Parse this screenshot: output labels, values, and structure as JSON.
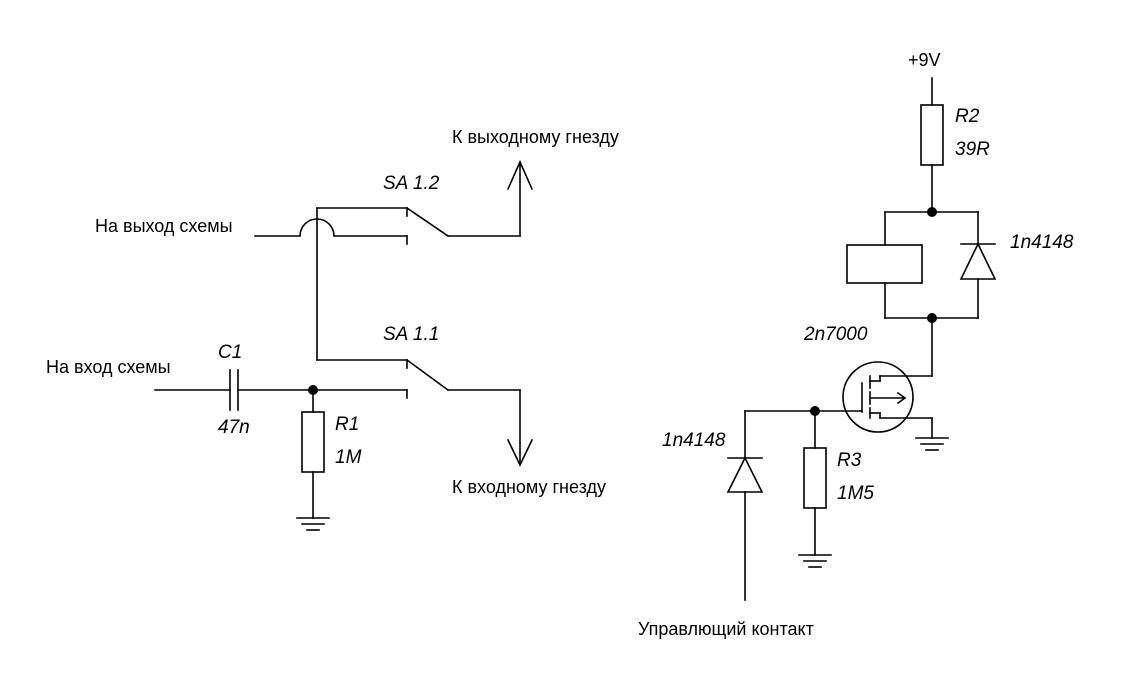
{
  "labels": {
    "out_jack": "К выходному гнезду",
    "in_jack": "К входному гнезду",
    "circuit_out": "На выход схемы",
    "circuit_in": "На вход схемы",
    "control": "Управлющий контакт",
    "supply": "+9V"
  },
  "components": {
    "sa12": "SA 1.2",
    "sa11": "SA 1.1",
    "c1_ref": "C1",
    "c1_val": "47n",
    "r1_ref": "R1",
    "r1_val": "1M",
    "r2_ref": "R2",
    "r2_val": "39R",
    "r3_ref": "R3",
    "r3_val": "1M5",
    "d_relay": "1n4148",
    "d_input": "1n4148",
    "q1": "2n7000"
  }
}
